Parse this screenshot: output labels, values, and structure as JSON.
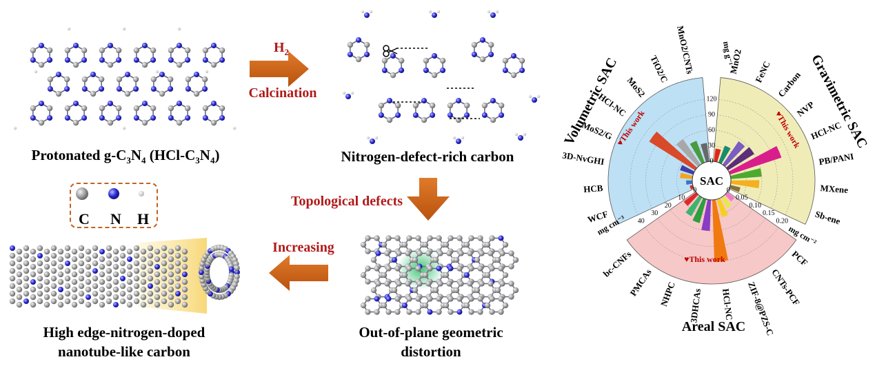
{
  "panels": {
    "top_left_caption": "Protonated g-C3N4 (HCl-C3N4)",
    "top_left_caption_main": "Protonated g-C",
    "top_left_sub1": "3",
    "top_left_mid": "N",
    "top_left_sub2": "4",
    "top_left_mid2": " (HCl-C",
    "top_left_sub3": "3",
    "top_left_mid3": "N",
    "top_left_sub4": "4",
    "top_left_end": ")",
    "top_mid_caption": "Nitrogen-defect-rich carbon",
    "bottom_mid_caption_line1": "Out-of-plane geometric",
    "bottom_mid_caption_line2": "distortion",
    "bottom_left_caption_line1": "High edge-nitrogen-doped",
    "bottom_left_caption_line2": "nanotube-like carbon"
  },
  "arrows": {
    "h2_label": "H",
    "h2_sub": "2",
    "calcination": "Calcination",
    "topological": "Topological defects",
    "increasing": "Increasing"
  },
  "legend": {
    "c": "C",
    "n": "N",
    "h": "H"
  },
  "radar": {
    "center": "SAC",
    "volumetric_title": "Volumetric SAC",
    "gravimetric_title": "Gravimetric SAC",
    "areal_title": "Areal SAC",
    "this_work": "This work",
    "vol_unit": "mg cm⁻³",
    "grav_unit": "mg g⁻¹",
    "areal_unit": "mg cm⁻²",
    "vol_ticks": [
      "40",
      "30",
      "20",
      "10",
      "0"
    ],
    "grav_ticks": [
      "120",
      "90",
      "60",
      "30",
      "0"
    ],
    "areal_ticks": [
      "0",
      "0.05",
      "0.10",
      "0.15",
      "0.20"
    ],
    "vol_labels": [
      "WCF",
      "HCB",
      "3D-NvGHI",
      "MoS2/G",
      "HCl-NC",
      "MoS2",
      "TiO2/C",
      "MnO2/CNTs"
    ],
    "grav_labels": [
      "MnO2",
      "FeNC",
      "Carbon",
      "NVP",
      "HCl-NC",
      "PB/PANI",
      "MXene",
      "Sb-ene"
    ],
    "areal_labels": [
      "PCF",
      "CNTs-PCF",
      "ZIF-8@PZS-C",
      "HCl-NC",
      "3DHCAs",
      "NHPC",
      "PMCAs",
      "bc-CNFs"
    ],
    "vol_colors": [
      "#e0251c",
      "#3a76c4",
      "#f2a51c",
      "#3f3fa8",
      "#d94a2a",
      "#a8a8a8",
      "#4c9a3e",
      "#686868"
    ],
    "grav_colors": [
      "#e0251c",
      "#1b8a6e",
      "#7a5cc2",
      "#5b2d7a",
      "#d91e8c",
      "#4caa2e",
      "#f4b020",
      "#8a7040"
    ],
    "areal_colors": [
      "#f07ac8",
      "#e8e84a",
      "#f7cf1c",
      "#f07a10",
      "#8a3cc4",
      "#2f9e3e",
      "#3cb46e",
      "#e02a2a"
    ],
    "vol_values": [
      2,
      4,
      8,
      9,
      35,
      20,
      15,
      12
    ],
    "grav_values": [
      25,
      35,
      55,
      60,
      105,
      60,
      55,
      20
    ],
    "areal_values": [
      0.03,
      0.04,
      0.06,
      0.2,
      0.1,
      0.08,
      0.07,
      0.05
    ]
  }
}
